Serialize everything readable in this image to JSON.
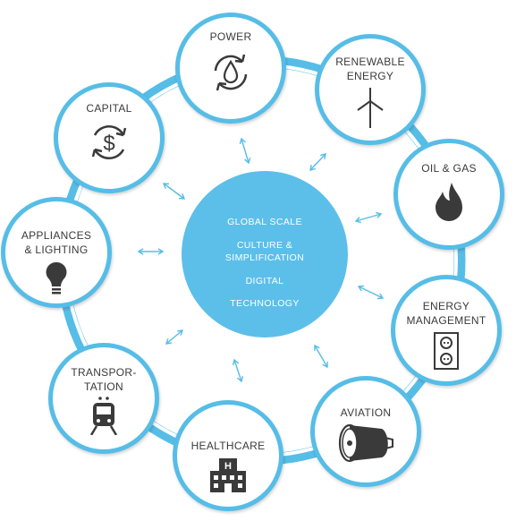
{
  "colors": {
    "accent": "#56bde7",
    "hub": "#5cbfe9",
    "icon": "#3a3a3a",
    "text": "#3a3a3a"
  },
  "hub": {
    "lines": [
      "GLOBAL SCALE",
      "CULTURE &\nSIMPLIFICATION",
      "DIGITAL",
      "TECHNOLOGY"
    ]
  },
  "nodes": [
    {
      "label": "POWER",
      "icon": "power-cycle-icon"
    },
    {
      "label": "RENEWABLE\nENERGY",
      "icon": "wind-turbine-icon"
    },
    {
      "label": "OIL & GAS",
      "icon": "flame-icon"
    },
    {
      "label": "ENERGY\nMANAGEMENT",
      "icon": "outlet-icon"
    },
    {
      "label": "AVIATION",
      "icon": "jet-engine-icon"
    },
    {
      "label": "HEALTHCARE",
      "icon": "hospital-icon"
    },
    {
      "label": "TRANSPOR-\nTATION",
      "icon": "train-icon"
    },
    {
      "label": "APPLIANCES\n& LIGHTING",
      "icon": "light-bulb-icon"
    },
    {
      "label": "CAPITAL",
      "icon": "dollar-cycle-icon"
    }
  ]
}
